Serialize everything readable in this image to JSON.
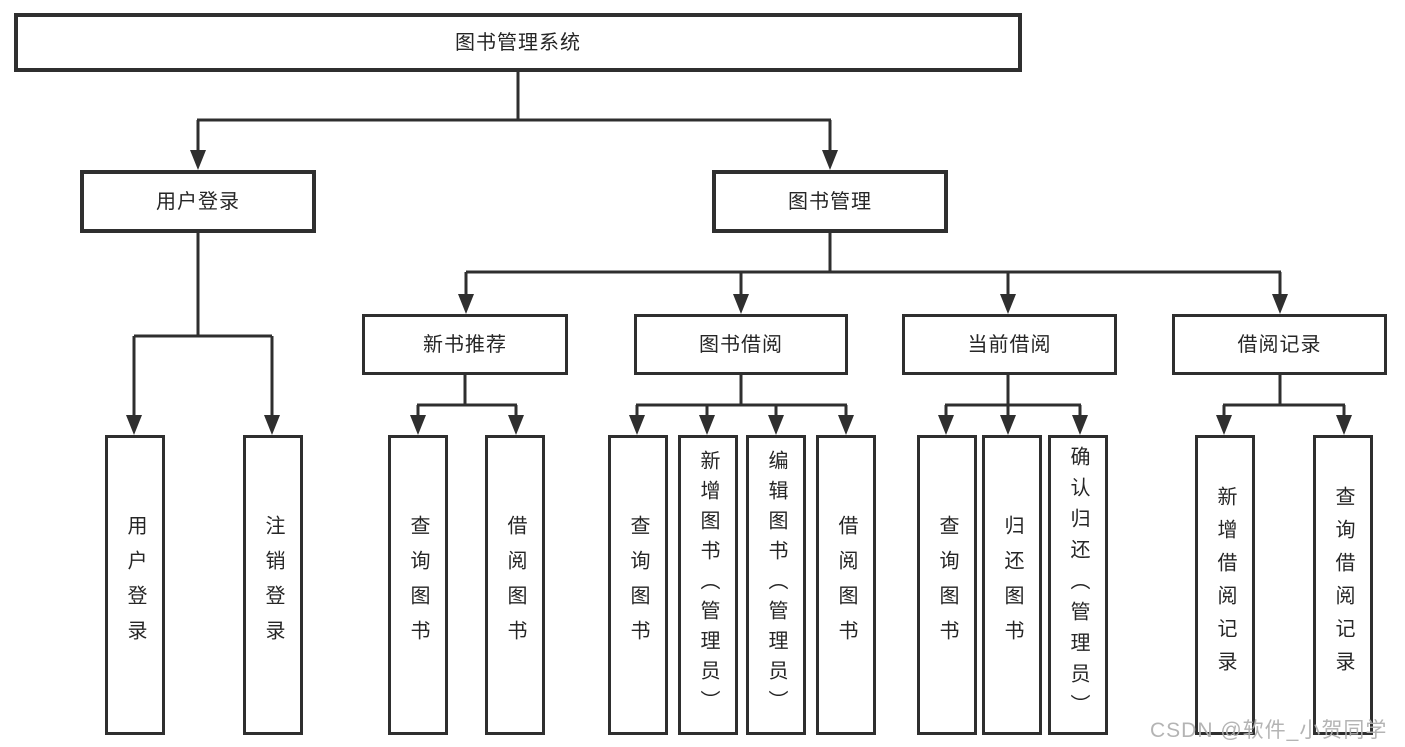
{
  "colors": {
    "line": "#2f2f2f",
    "text": "#262626",
    "watermark": "#b0b0b0",
    "background": "#ffffff"
  },
  "diagram": {
    "root": {
      "label": "图书管理系统"
    },
    "level2": [
      {
        "label": "用户登录"
      },
      {
        "label": "图书管理"
      }
    ],
    "level3": [
      {
        "label": "新书推荐",
        "parent": "图书管理"
      },
      {
        "label": "图书借阅",
        "parent": "图书管理"
      },
      {
        "label": "当前借阅",
        "parent": "图书管理"
      },
      {
        "label": "借阅记录",
        "parent": "图书管理"
      }
    ],
    "leaves": [
      {
        "label": "用户登录",
        "parent": "用户登录"
      },
      {
        "label": "注销登录",
        "parent": "用户登录"
      },
      {
        "label": "查询图书",
        "parent": "新书推荐"
      },
      {
        "label": "借阅图书",
        "parent": "新书推荐"
      },
      {
        "label": "查询图书",
        "parent": "图书借阅"
      },
      {
        "label": "新增图书（管理员）",
        "parent": "图书借阅"
      },
      {
        "label": "编辑图书（管理员）",
        "parent": "图书借阅"
      },
      {
        "label": "借阅图书",
        "parent": "图书借阅"
      },
      {
        "label": "查询图书",
        "parent": "当前借阅"
      },
      {
        "label": "归还图书",
        "parent": "当前借阅"
      },
      {
        "label": "确认归还（管理员）",
        "parent": "当前借阅"
      },
      {
        "label": "新增借阅记录",
        "parent": "借阅记录"
      },
      {
        "label": "查询借阅记录",
        "parent": "借阅记录"
      }
    ]
  },
  "watermark": {
    "text": "CSDN @软件_小贺同学"
  }
}
